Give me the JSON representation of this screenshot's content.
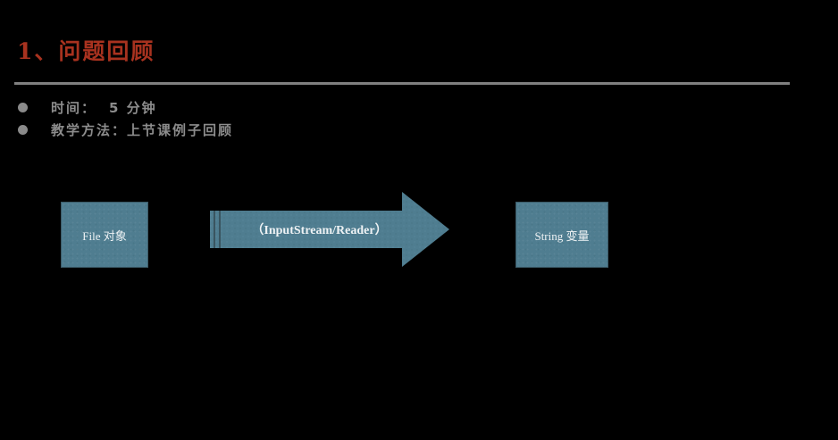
{
  "slide": {
    "title": "1、问题回顾",
    "bullets": [
      {
        "label": "时间：",
        "value": "5 分钟"
      },
      {
        "label": "教学方法：",
        "value": "上节课例子回顾"
      }
    ]
  },
  "diagram": {
    "source_box": "File 对象",
    "arrow_label": "（InputStream/Reader）",
    "target_box": "String 变量"
  },
  "colors": {
    "title": "#a8321f",
    "divider": "#808080",
    "bullet_text": "#8c8c8c",
    "shape_fill": "#4f7d90",
    "background": "#000000"
  }
}
